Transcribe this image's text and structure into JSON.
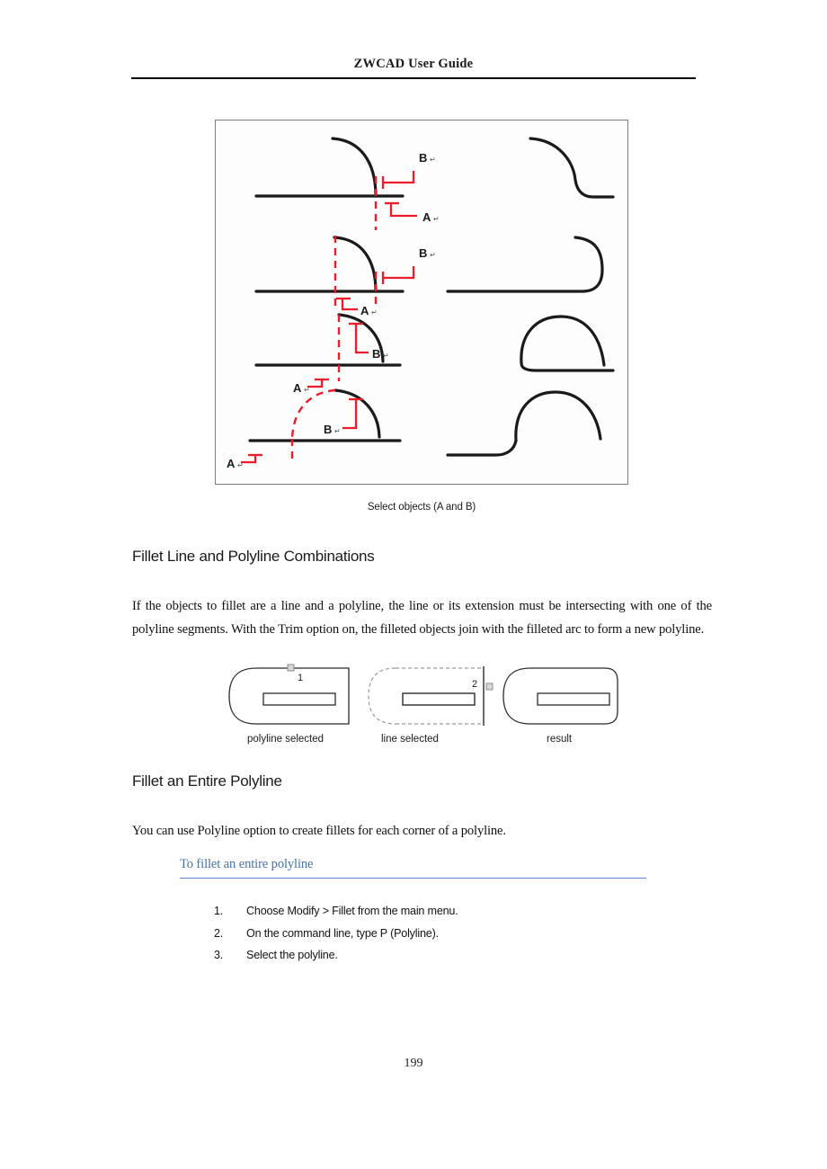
{
  "header": {
    "title": "ZWCAD User Guide"
  },
  "figure_main": {
    "caption": "Select objects (A and B)",
    "label_a": "A",
    "label_b": "B",
    "marker_color": "#ee1c2b",
    "geometry_color": "#1a1a1a",
    "rows": [
      {
        "name": "arc-crosses-line-trim-outside",
        "label_a": "A",
        "label_b": "B",
        "result": "s-curve-down-to-line"
      },
      {
        "name": "arc-crosses-line-trim-left",
        "label_a": "A",
        "label_b": "B",
        "result": "line-curving-up-into-arc"
      },
      {
        "name": "arc-above-line-select-left",
        "label_a": "A",
        "label_b": "B",
        "result": "dome-over-line"
      },
      {
        "name": "arc-extension-fillet-far-left",
        "label_a": "A",
        "label_b": "B",
        "result": "dome-with-s-transition"
      }
    ]
  },
  "headings": {
    "combinations": "Fillet Line and Polyline Combinations",
    "entire_polyline": "Fillet an Entire Polyline"
  },
  "paragraphs": {
    "combinations": "If the objects to fillet are a line and a polyline, the line or its extension must be intersecting with one of the polyline segments. With the Trim option on, the filleted objects join with the filleted arc to form a new polyline.",
    "entire_polyline": "You can use Polyline option to create fillets for each corner of a polyline."
  },
  "figure_polyline": {
    "panels": [
      {
        "label": "polyline selected",
        "marker": "1"
      },
      {
        "label": "line selected",
        "marker": "2"
      },
      {
        "label": "result",
        "marker": ""
      }
    ]
  },
  "subheading": {
    "text": "To fillet an entire polyline",
    "color": "#4472a8"
  },
  "steps": [
    {
      "num": "1.",
      "text": "Choose Modify > Fillet from the main menu."
    },
    {
      "num": "2.",
      "text": "On the command line, type P (Polyline)."
    },
    {
      "num": "3.",
      "text": "Select the polyline."
    }
  ],
  "footer": {
    "page_number": "199"
  }
}
